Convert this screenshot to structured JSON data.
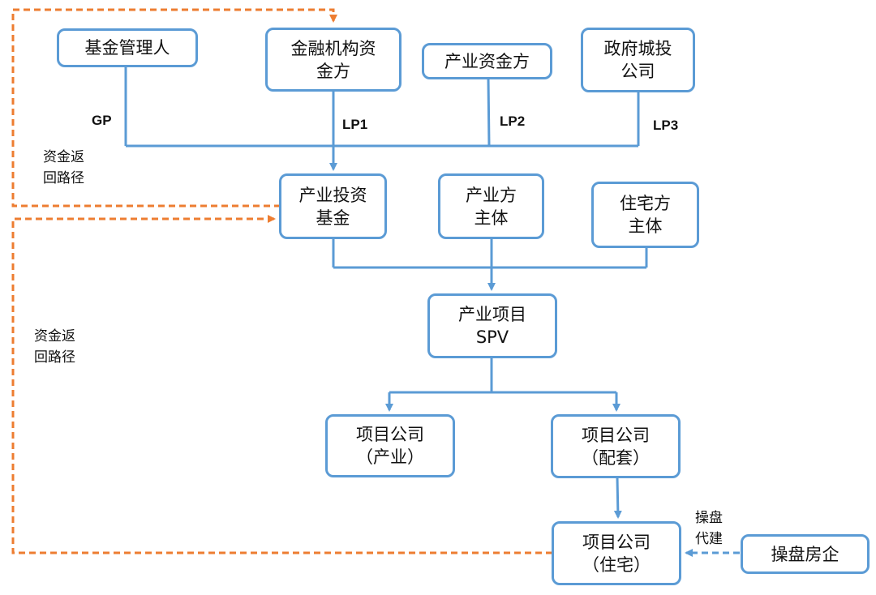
{
  "colors": {
    "box_border": "#5b9bd5",
    "flow_line": "#5b9bd5",
    "return_path": "#ed7d31",
    "dashed_blue": "#5b9bd5"
  },
  "nodes": {
    "fund_manager": {
      "lines": [
        "基金管理人"
      ]
    },
    "financial_institution": {
      "lines": [
        "金融机构资",
        "金方"
      ]
    },
    "industry_capital": {
      "lines": [
        "产业资金方"
      ]
    },
    "government_investment": {
      "lines": [
        "政府城投",
        "公司"
      ]
    },
    "industry_fund": {
      "lines": [
        "产业投资",
        "基金"
      ]
    },
    "industry_party": {
      "lines": [
        "产业方",
        "主体"
      ]
    },
    "residential_party": {
      "lines": [
        "住宅方",
        "主体"
      ]
    },
    "industry_spv": {
      "lines": [
        "产业项目",
        "SPV"
      ]
    },
    "project_industry": {
      "lines": [
        "项目公司",
        "（产业）"
      ]
    },
    "project_supporting": {
      "lines": [
        "项目公司",
        "（配套）"
      ]
    },
    "project_residential": {
      "lines": [
        "项目公司",
        "（住宅）"
      ]
    },
    "operating_developer": {
      "lines": [
        "操盘房企"
      ]
    }
  },
  "labels": {
    "gp": "GP",
    "lp1": "LP1",
    "lp2": "LP2",
    "lp3": "LP3",
    "return_path_top": [
      "资金返",
      "回路径"
    ],
    "return_path_bottom": [
      "资金返",
      "回路径"
    ],
    "operate_build": [
      "操盘",
      "代建"
    ]
  }
}
